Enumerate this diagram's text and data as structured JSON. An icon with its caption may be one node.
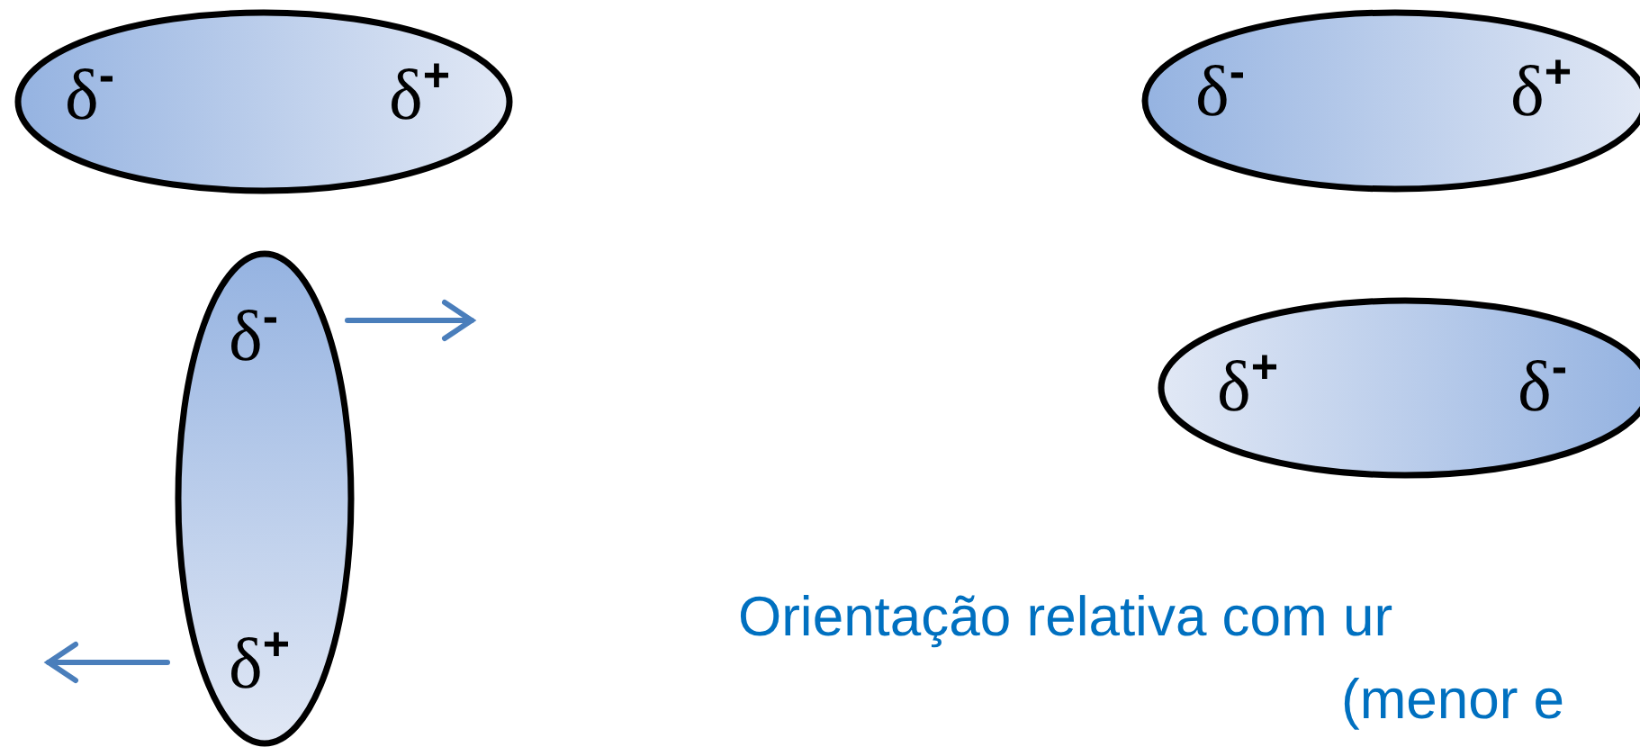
{
  "diagram": {
    "nodes": [
      {
        "text": [
          "δ$^{-}$",
          "δ$^{+}$"
        ]
      },
      {
        "text": [
          "δ$^{-}$",
          "δ$^{+}$"
        ]
      },
      {
        "text": [
          "δ$^{-}$",
          "δ$^{+}$"
        ]
      },
      {
        "text": [
          "δ$^{+}$",
          "δ$^{-}$"
        ]
      }
    ],
    "labels": [
      "Orientação relativa com ur",
      "(menor e"
    ]
  }
}
